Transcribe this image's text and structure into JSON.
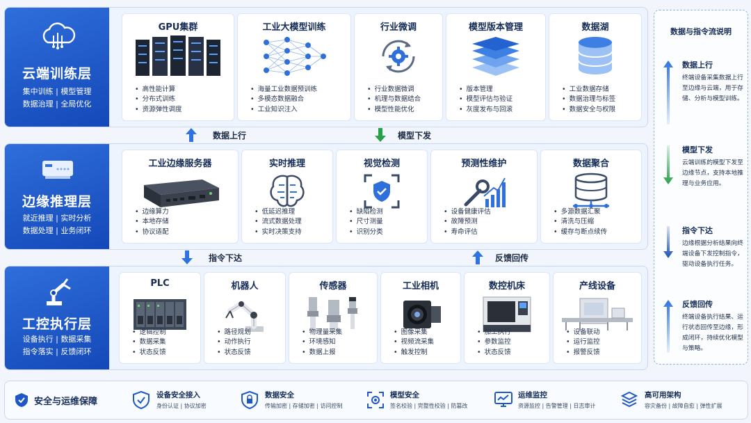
{
  "layers": [
    {
      "title": "云端训练层",
      "desc": [
        "集中训练 | 模型管理",
        "数据治理 | 全局优化"
      ],
      "cards": [
        {
          "title": "GPU集群",
          "icon": "server-rack-icon",
          "items": [
            "高性能计算",
            "分布式训练",
            "资源弹性调度"
          ]
        },
        {
          "title": "工业大模型训练",
          "icon": "neural-network-icon",
          "items": [
            "海量工业数据预训练",
            "多模态数据融合",
            "工业知识注入"
          ]
        },
        {
          "title": "行业微调",
          "icon": "gear-cycle-icon",
          "items": [
            "行业数据微调",
            "机理与数据结合",
            "模型性能优化"
          ]
        },
        {
          "title": "模型版本管理",
          "icon": "layers-icon",
          "items": [
            "版本管理",
            "模型评估与验证",
            "灰度发布与回滚"
          ]
        },
        {
          "title": "数据湖",
          "icon": "database-icon",
          "items": [
            "工业数据存储",
            "数据治理与标签",
            "数据安全与权限"
          ]
        }
      ]
    },
    {
      "title": "边缘推理层",
      "desc": [
        "就近推理 | 实时分析",
        "数据处理 | 业务闭环"
      ],
      "cards": [
        {
          "title": "工业边缘服务器",
          "icon": "edge-server-icon",
          "items": [
            "边缘算力",
            "本地存储",
            "协议适配"
          ]
        },
        {
          "title": "实时推理",
          "icon": "brain-icon",
          "items": [
            "低延迟推理",
            "流式数据处理",
            "实时决策支持"
          ]
        },
        {
          "title": "视觉检测",
          "icon": "scan-shield-icon",
          "items": [
            "缺陷检测",
            "尺寸测量",
            "识别分类"
          ]
        },
        {
          "title": "预测性维护",
          "icon": "wrench-chart-icon",
          "items": [
            "设备健康评估",
            "故障预测",
            "寿命评估"
          ]
        },
        {
          "title": "数据聚合",
          "icon": "database-aggregate-icon",
          "items": [
            "多源数据汇聚",
            "清洗与压缩",
            "缓存与断点续传"
          ]
        }
      ]
    },
    {
      "title": "工控执行层",
      "desc": [
        "设备执行 | 数据采集",
        "指令落实 | 反馈闭环"
      ],
      "cards": [
        {
          "title": "PLC",
          "icon": "plc-icon",
          "items": [
            "逻辑控制",
            "数据采集",
            "状态反馈"
          ]
        },
        {
          "title": "机器人",
          "icon": "robot-arm-icon",
          "items": [
            "路径规划",
            "动作执行",
            "状态反馈"
          ]
        },
        {
          "title": "传感器",
          "icon": "sensor-icon",
          "items": [
            "物理量采集",
            "环境感知",
            "数据上报"
          ]
        },
        {
          "title": "工业相机",
          "icon": "camera-icon",
          "items": [
            "图像采集",
            "视频流采集",
            "触发控制"
          ]
        },
        {
          "title": "数控机床",
          "icon": "cnc-machine-icon",
          "items": [
            "加工执行",
            "参数监控",
            "状态反馈"
          ]
        },
        {
          "title": "产线设备",
          "icon": "production-line-icon",
          "items": [
            "设备联动",
            "运行监控",
            "报警反馈"
          ]
        }
      ]
    }
  ],
  "flows": {
    "data_up": "数据上行",
    "model_down": "模型下发",
    "cmd_down": "指令下达",
    "feedback_up": "反馈回传"
  },
  "side_panel": {
    "title": "数据与指令流说明",
    "sections": [
      {
        "title": "数据上行",
        "text": "终端设备采集数据上行至边缘与云端，用于存储、分析与模型训练。",
        "color": "#2f73e0"
      },
      {
        "title": "模型下发",
        "text": "云端训练的模型下发至边缘节点，支持本地推理与业务应用。",
        "color": "#27a048"
      },
      {
        "title": "指令下达",
        "text": "边缘根据分析结果向终端设备下发控制指令，驱动设备执行任务。",
        "color": "#1a4fb8"
      },
      {
        "title": "反馈回传",
        "text": "终端设备执行结果、运行状态回传至边缘，形成闭环，持续优化模型与策略。",
        "color": "#2f73e0"
      }
    ]
  },
  "security": {
    "title": "安全与运维保障",
    "items": [
      {
        "title": "设备安全接入",
        "sub": "身份认证 | 协议加密",
        "icon": "shield-check-icon"
      },
      {
        "title": "数据安全",
        "sub": "传输加密 | 存储加密 | 访问控制",
        "icon": "shield-lock-icon"
      },
      {
        "title": "模型安全",
        "sub": "签名校验 | 完整性校验 | 防篡改",
        "icon": "model-scan-icon"
      },
      {
        "title": "运维监控",
        "sub": "资源监控 | 告警管理 | 日志审计",
        "icon": "monitor-icon"
      },
      {
        "title": "高可用架构",
        "sub": "容灾备份 | 故障自愈 | 弹性扩展",
        "icon": "stack-icon"
      }
    ]
  },
  "colors": {
    "primary": "#1f57c7",
    "green": "#27a048",
    "accent": "#2f73e0"
  }
}
